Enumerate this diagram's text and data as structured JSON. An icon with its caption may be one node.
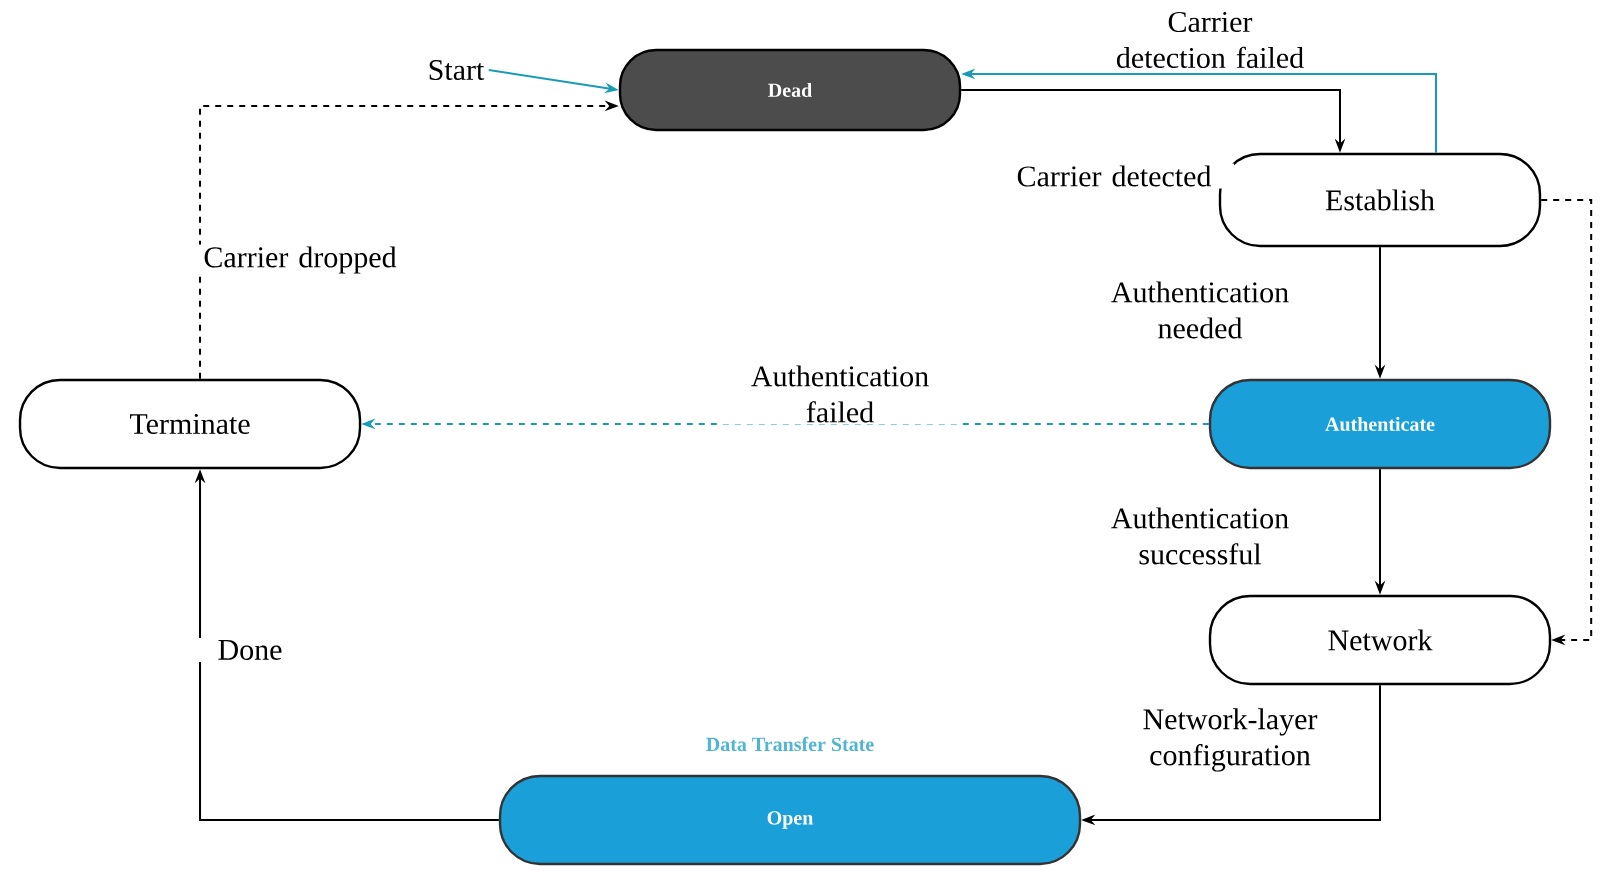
{
  "diagram": {
    "nodes": [
      {
        "text": [
          "Start"
        ]
      },
      {
        "text": [
          "Dead"
        ]
      },
      {
        "text": [
          "Establish"
        ]
      },
      {
        "text": [
          "Terminate"
        ]
      },
      {
        "text": [
          "Authenticate"
        ]
      },
      {
        "text": [
          "Network"
        ]
      },
      {
        "text": [
          "Open"
        ],
        "beside": [
          "Data Transfer State"
        ]
      }
    ],
    "edges": [
      {
        "from": 0,
        "to": 1,
        "arrow": "to",
        "color": "#1a9bb5"
      },
      {
        "from": 1,
        "to": 2,
        "arrow": "to",
        "label": "Carrier detected"
      },
      {
        "from": 2,
        "to": 1,
        "arrow": "to",
        "label": "Carrier detection failed",
        "color": "#1a9bb5"
      },
      {
        "from": 2,
        "to": 4,
        "arrow": "to",
        "label": "Authentication needed"
      },
      {
        "from": 4,
        "to": 3,
        "arrow": "to",
        "label": "Authentication failed",
        "color": "#1a9bb5",
        "style": "dashed"
      },
      {
        "from": 4,
        "to": 5,
        "arrow": "to",
        "label": "Authentication successful"
      },
      {
        "from": 2,
        "to": 5,
        "arrow": "to",
        "style": "dashed"
      },
      {
        "from": 5,
        "to": 6,
        "arrow": "to",
        "label": "Network-layer configuration"
      },
      {
        "from": 6,
        "to": 3,
        "arrow": "to",
        "label": "Done"
      },
      {
        "from": 3,
        "to": 1,
        "arrow": "to",
        "label": "Carrier dropped",
        "style": "dashed"
      }
    ]
  }
}
